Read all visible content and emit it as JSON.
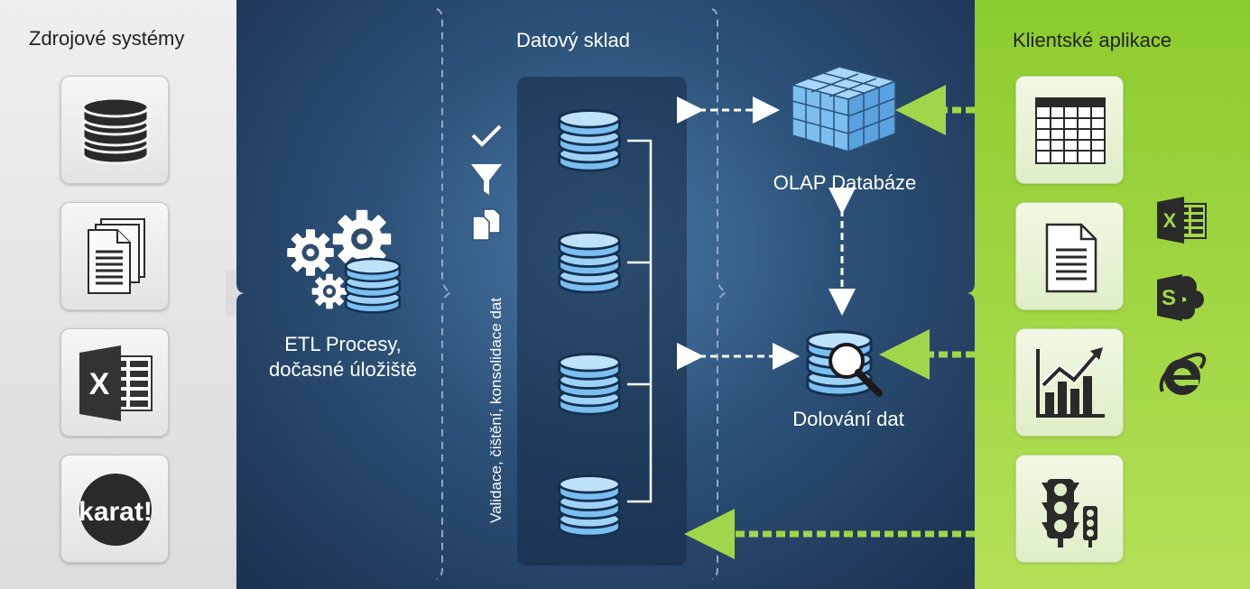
{
  "sections": {
    "source_title": "Zdrojové systémy",
    "warehouse_title": "Datový sklad",
    "client_title": "Klientské aplikace"
  },
  "labels": {
    "etl": "ETL Procesy,",
    "etl_line2": "dočasné úložiště",
    "validation": "Validace, čištění, konsolidace dat",
    "olap": "OLAP Databáze",
    "mining": "Dolování dat",
    "karat_logo": "karat!"
  },
  "source_icons": [
    "database-icon",
    "documents-icon",
    "excel-icon",
    "karat-logo-icon"
  ],
  "client_icons": [
    "table-icon",
    "report-icon",
    "chart-icon",
    "traffic-light-icon"
  ],
  "client_apps": [
    "excel-icon",
    "sharepoint-icon",
    "internet-explorer-icon"
  ],
  "colors": {
    "left_bg": "#e6e6e6",
    "mid_bg": "#2c5178",
    "right_bg": "#a3d84a",
    "db_blue": "#7bbef0",
    "arrow_green": "#9fd64a",
    "arrow_white": "#ffffff"
  }
}
